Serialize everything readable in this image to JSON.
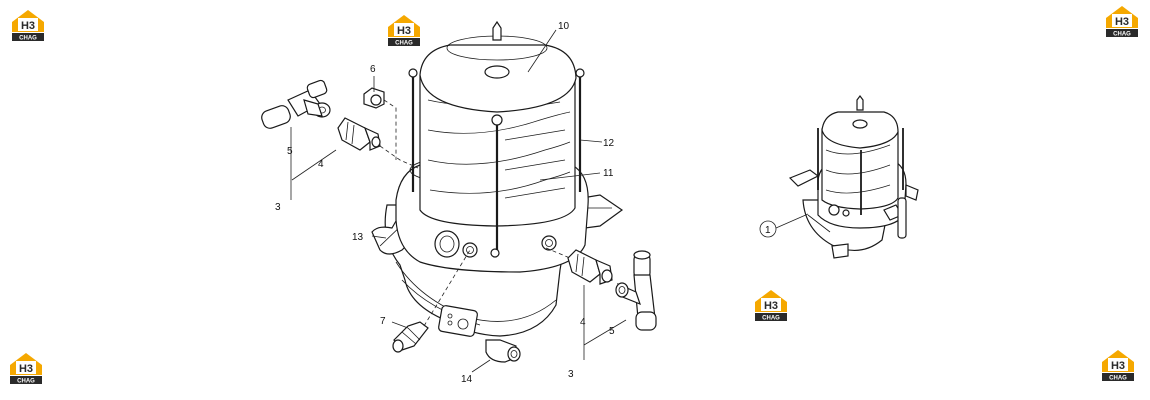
{
  "brand": {
    "logo_letters": "H3",
    "logo_text": "CHAG",
    "accent": "#f5a800",
    "dark": "#2a2a2a"
  },
  "callouts": {
    "c1": "1",
    "c3a": "3",
    "c3b": "3",
    "c4a": "4",
    "c4b": "4",
    "c5a": "5",
    "c5b": "5",
    "c6": "6",
    "c7": "7",
    "c10": "10",
    "c11": "11",
    "c12": "12",
    "c13": "13",
    "c14": "14"
  }
}
